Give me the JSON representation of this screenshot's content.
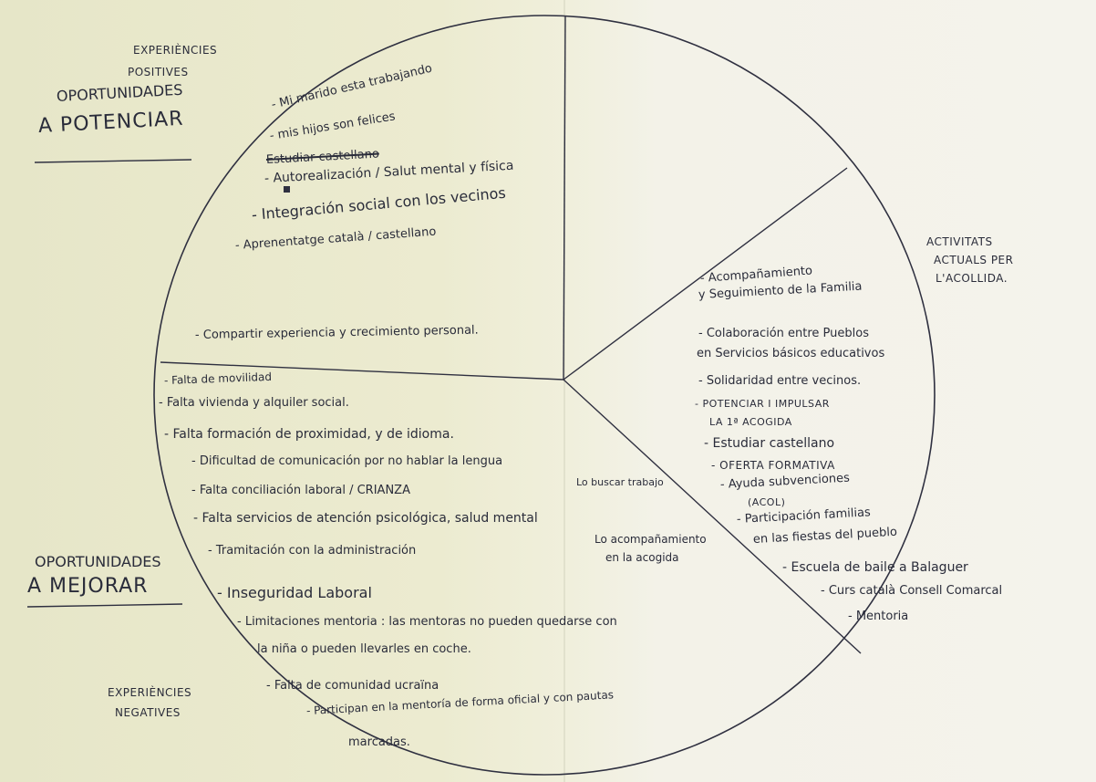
{
  "labels": {
    "exp_pos_1": "EXPERIÈNCIES",
    "exp_pos_2": "POSITIVES",
    "opp_pot_1": "OPORTUNIDADES",
    "opp_pot_2": "A POTENCIAR",
    "act_1": "ACTIVITATS",
    "act_2": "ACTUALS PER",
    "act_3": "L'ACOLLIDA.",
    "opp_mej_1": "OPORTUNIDADES",
    "opp_mej_2": "A MEJORAR",
    "exp_neg_1": "EXPERIÈNCIES",
    "exp_neg_2": "NEGATIVES"
  },
  "positives": {
    "p1": "- Mi marido esta trabajando",
    "p2": "- mis hijos son felices",
    "p3": "Estudiar castellano",
    "p4": "- Autorealización / Salut mental y física",
    "p5": "- Integración social con los vecinos",
    "p6": "- Aprenentatge català / castellano",
    "p7": "- Compartir experiencia y crecimiento personal."
  },
  "activities": {
    "a1a": "- Acompañamiento",
    "a1b": "y Seguimiento de la Familia",
    "a2a": "- Colaboración entre Pueblos",
    "a2b": "en Servicios básicos educativos",
    "a3": "- Solidaridad entre vecinos.",
    "a4a": "- POTENCIAR I IMPULSAR",
    "a4b": "LA 1ª ACOGIDA",
    "a5": "- Estudiar castellano",
    "a6": "- OFERTA FORMATIVA",
    "a7a": "- Ayuda subvenciones",
    "a7b": "(ACOL)",
    "a8a": "- Participación familias",
    "a8b": "en las fiestas del pueblo",
    "a9": "- Escuela de baile a Balaguer",
    "a10": "- Curs català Consell Comarcal",
    "a11": "- Mentoria"
  },
  "negatives": {
    "n1": "- Falta de movilidad",
    "n2": "- Falta vivienda y alquiler social.",
    "n3": "- Falta formación de proximidad, y de idioma.",
    "n4": "- Dificultad de comunicación por no hablar la lengua",
    "n4b": "Lo buscar trabajo",
    "n5": "- Falta conciliación laboral / CRIANZA",
    "n6": "- Falta servicios de atención psicológica, salud mental",
    "n6b": "Lo acompañamiento",
    "n6c": "en la acogida",
    "n7": "- Tramitación con la administración",
    "n8": "- Inseguridad Laboral",
    "n9a": "- Limitaciones mentoria : las mentoras no pueden quedarse con",
    "n9b": "la niña o pueden llevarles en coche.",
    "n10": "- Falta de comunidad ucraïna",
    "n11a": "- Participan en la mentoría de forma oficial y con pautas",
    "n11b": "marcadas."
  }
}
